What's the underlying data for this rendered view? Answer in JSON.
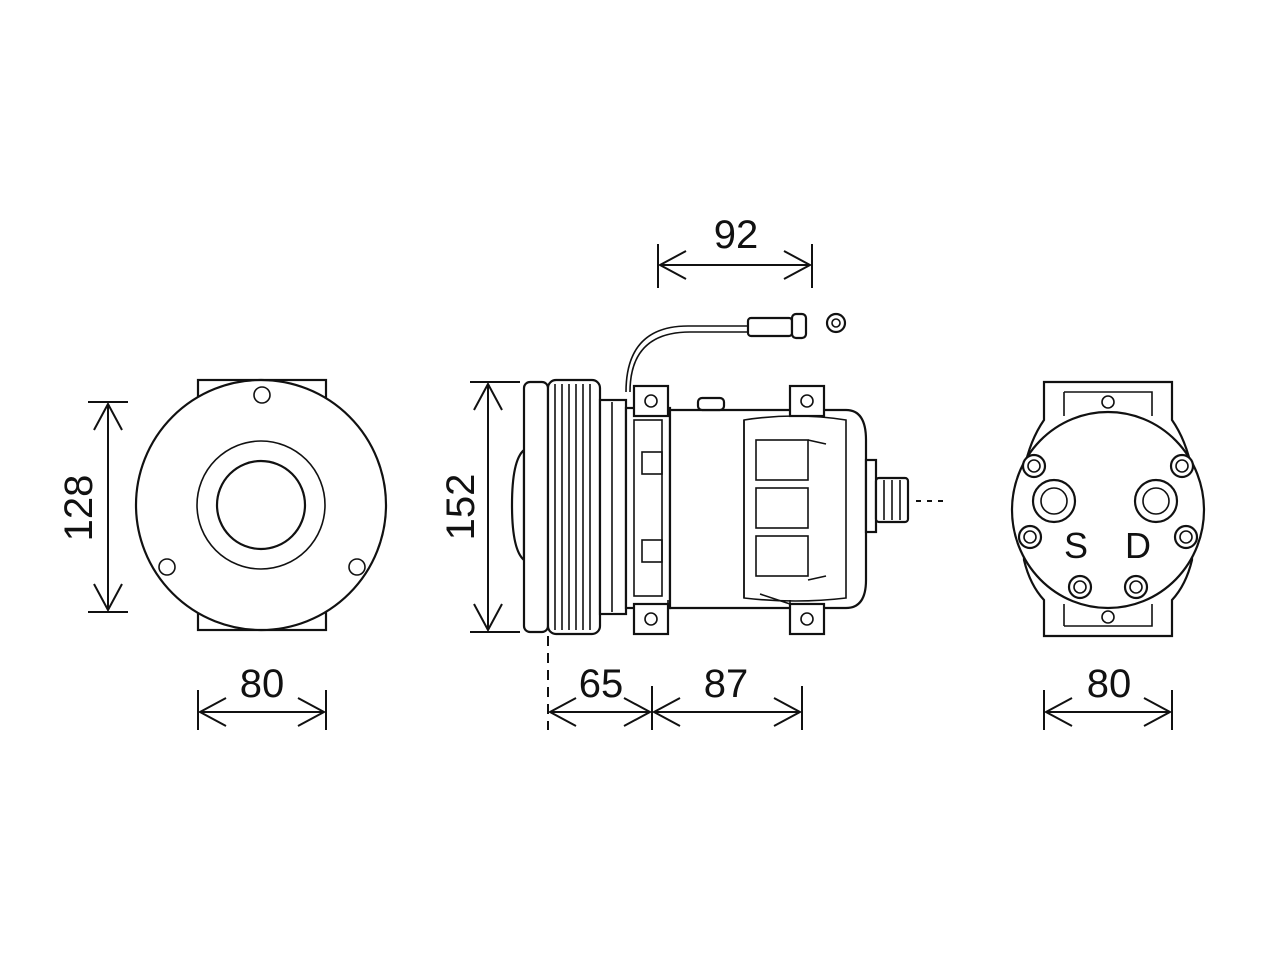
{
  "dimensions": {
    "front_height": "128",
    "front_width": "80",
    "side_height": "152",
    "side_pulley_depth": "65",
    "side_body_length": "87",
    "side_top_span": "92",
    "rear_width": "80"
  },
  "ports": {
    "suction": "S",
    "discharge": "D"
  },
  "colors": {
    "line": "#111111",
    "background": "#ffffff"
  }
}
